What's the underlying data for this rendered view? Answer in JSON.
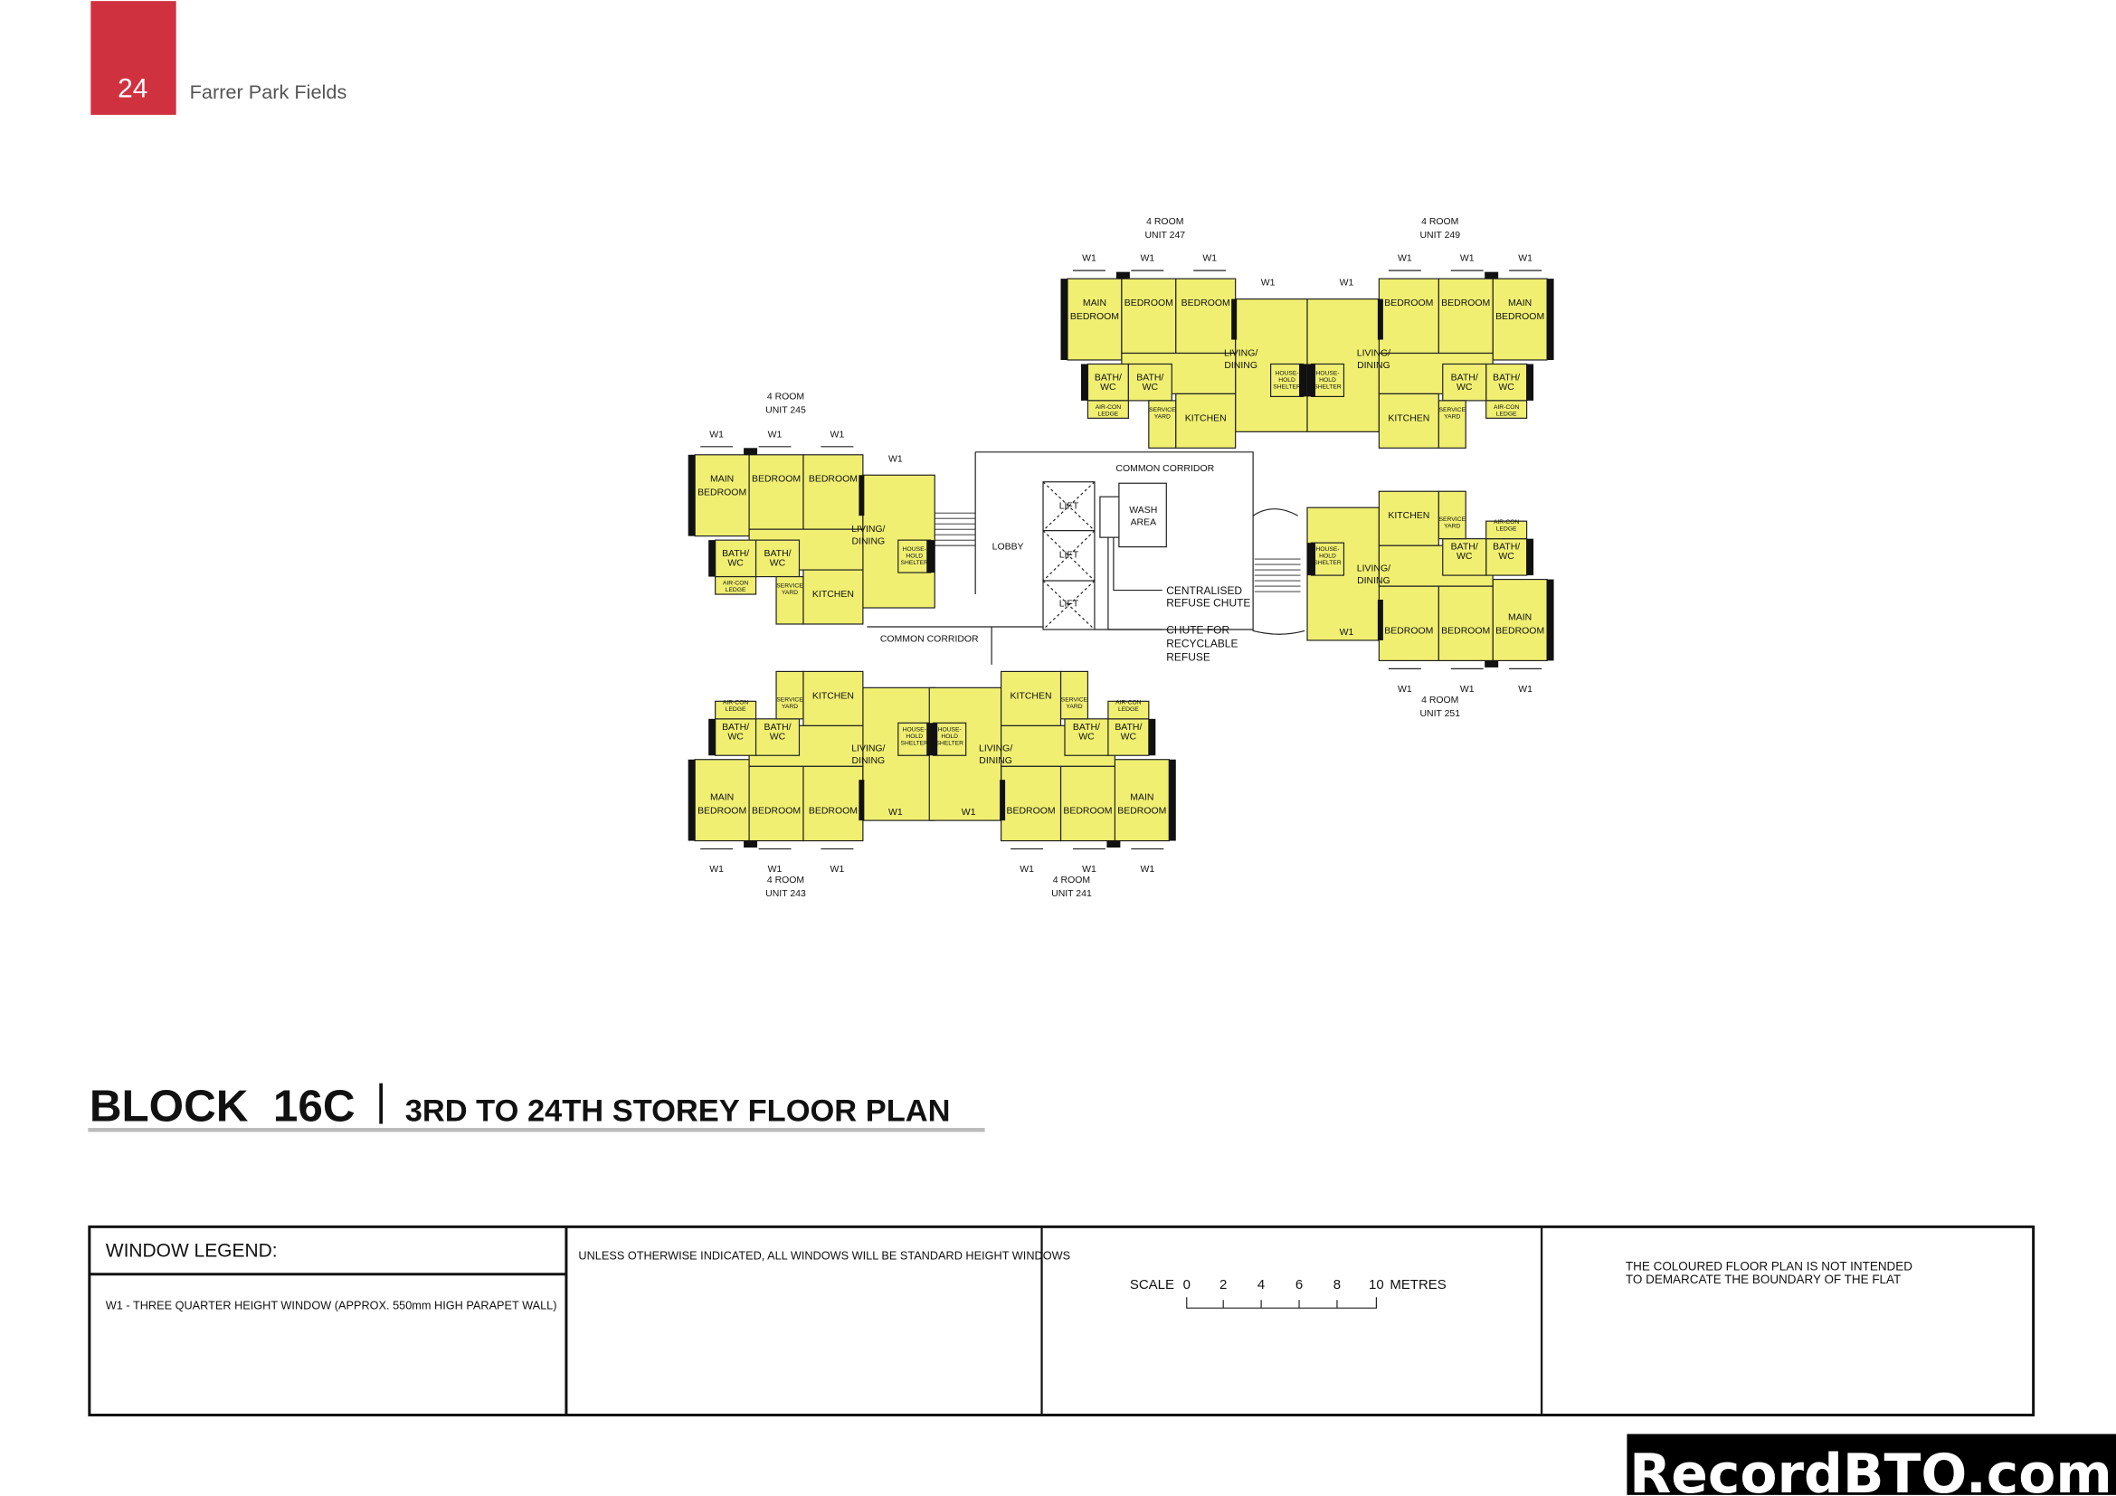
{
  "header": {
    "page_number": "24",
    "project_name": "Farrer Park Fields",
    "accent_color": "#d0313f"
  },
  "title": {
    "block": "BLOCK  16C",
    "subtitle": "3RD TO 24TH STOREY FLOOR PLAN"
  },
  "plan": {
    "room_fill_color": "#f0ef72",
    "units": [
      {
        "type": "4 ROOM",
        "unit": "UNIT 247"
      },
      {
        "type": "4 ROOM",
        "unit": "UNIT 249"
      },
      {
        "type": "4 ROOM",
        "unit": "UNIT 245"
      },
      {
        "type": "4 ROOM",
        "unit": "UNIT 243"
      },
      {
        "type": "4 ROOM",
        "unit": "UNIT 241"
      },
      {
        "type": "4 ROOM",
        "unit": "UNIT 251"
      }
    ],
    "rooms": {
      "main": "MAIN",
      "bedroom": "BEDROOM",
      "living": "LIVING/",
      "dining": "DINING",
      "bath": "BATH/",
      "wc": "WC",
      "aircon": "AIR-CON",
      "ledge": "LEDGE",
      "service": "SERVICE",
      "yard": "YARD",
      "kitchen": "KITCHEN",
      "house": "HOUSE-",
      "hold": "HOLD",
      "shelter": "SHELTER",
      "window": "W1"
    },
    "core": {
      "lobby": "LOBBY",
      "common_corridor": "COMMON CORRIDOR",
      "lift": "LIFT",
      "wash": [
        "WASH",
        "AREA"
      ],
      "refuse_chute": [
        "CENTRALISED",
        "REFUSE CHUTE"
      ],
      "recycle_chute": [
        "CHUTE FOR",
        "RECYCLABLE",
        "REFUSE"
      ]
    }
  },
  "legend": {
    "window_heading": "WINDOW LEGEND:",
    "w1_description": "W1 -  THREE QUARTER HEIGHT WINDOW (APPROX. 550mm HIGH PARAPET WALL)",
    "standard_note": "UNLESS OTHERWISE INDICATED,  ALL WINDOWS WILL BE STANDARD HEIGHT WINDOWS",
    "scale": {
      "label": "SCALE",
      "ticks": [
        "0",
        "2",
        "4",
        "6",
        "8",
        "10"
      ],
      "unit": "METRES"
    },
    "disclaimer": [
      "THE COLOURED FLOOR PLAN IS NOT INTENDED",
      "TO DEMARCATE THE BOUNDARY OF THE FLAT"
    ]
  },
  "watermark": "RecordBTO.com"
}
